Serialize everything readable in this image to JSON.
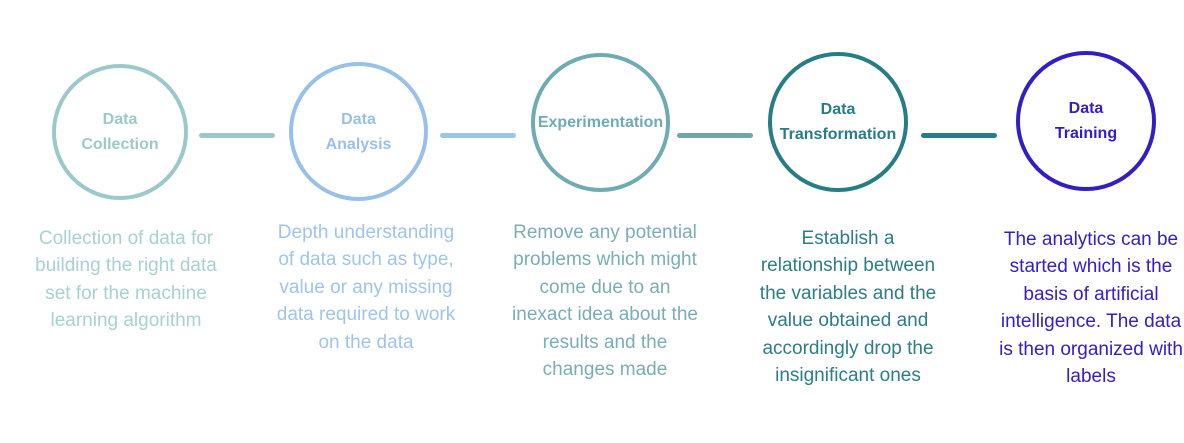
{
  "steps": [
    {
      "title": "Data\nCollection",
      "description": "Collection of data for building the right data set for the machine learning algorithm",
      "color": "#9bc9cb"
    },
    {
      "title": "Data\nAnalysis",
      "description": "Depth understanding of data such as type, value or any missing data required to work on the data",
      "color": "#99c0e8"
    },
    {
      "title": "Experimentation",
      "description": "Remove any potential problems which might come due to an inexact idea about the results and the changes made",
      "color": "#6fabb3"
    },
    {
      "title": "Data\nTransformation",
      "description": "Establish a relationship between the variables and the value obtained and accordingly drop the insignificant ones",
      "color": "#277d85"
    },
    {
      "title": "Data\nTraining",
      "description": "The analytics can be started which is the basis of artificial intelligence. The data is then organized with labels",
      "color": "#321fc4"
    }
  ],
  "connector_colors": [
    "#9bc9cb",
    "#9bc6ec",
    "#6fa6ae",
    "#277d85"
  ]
}
